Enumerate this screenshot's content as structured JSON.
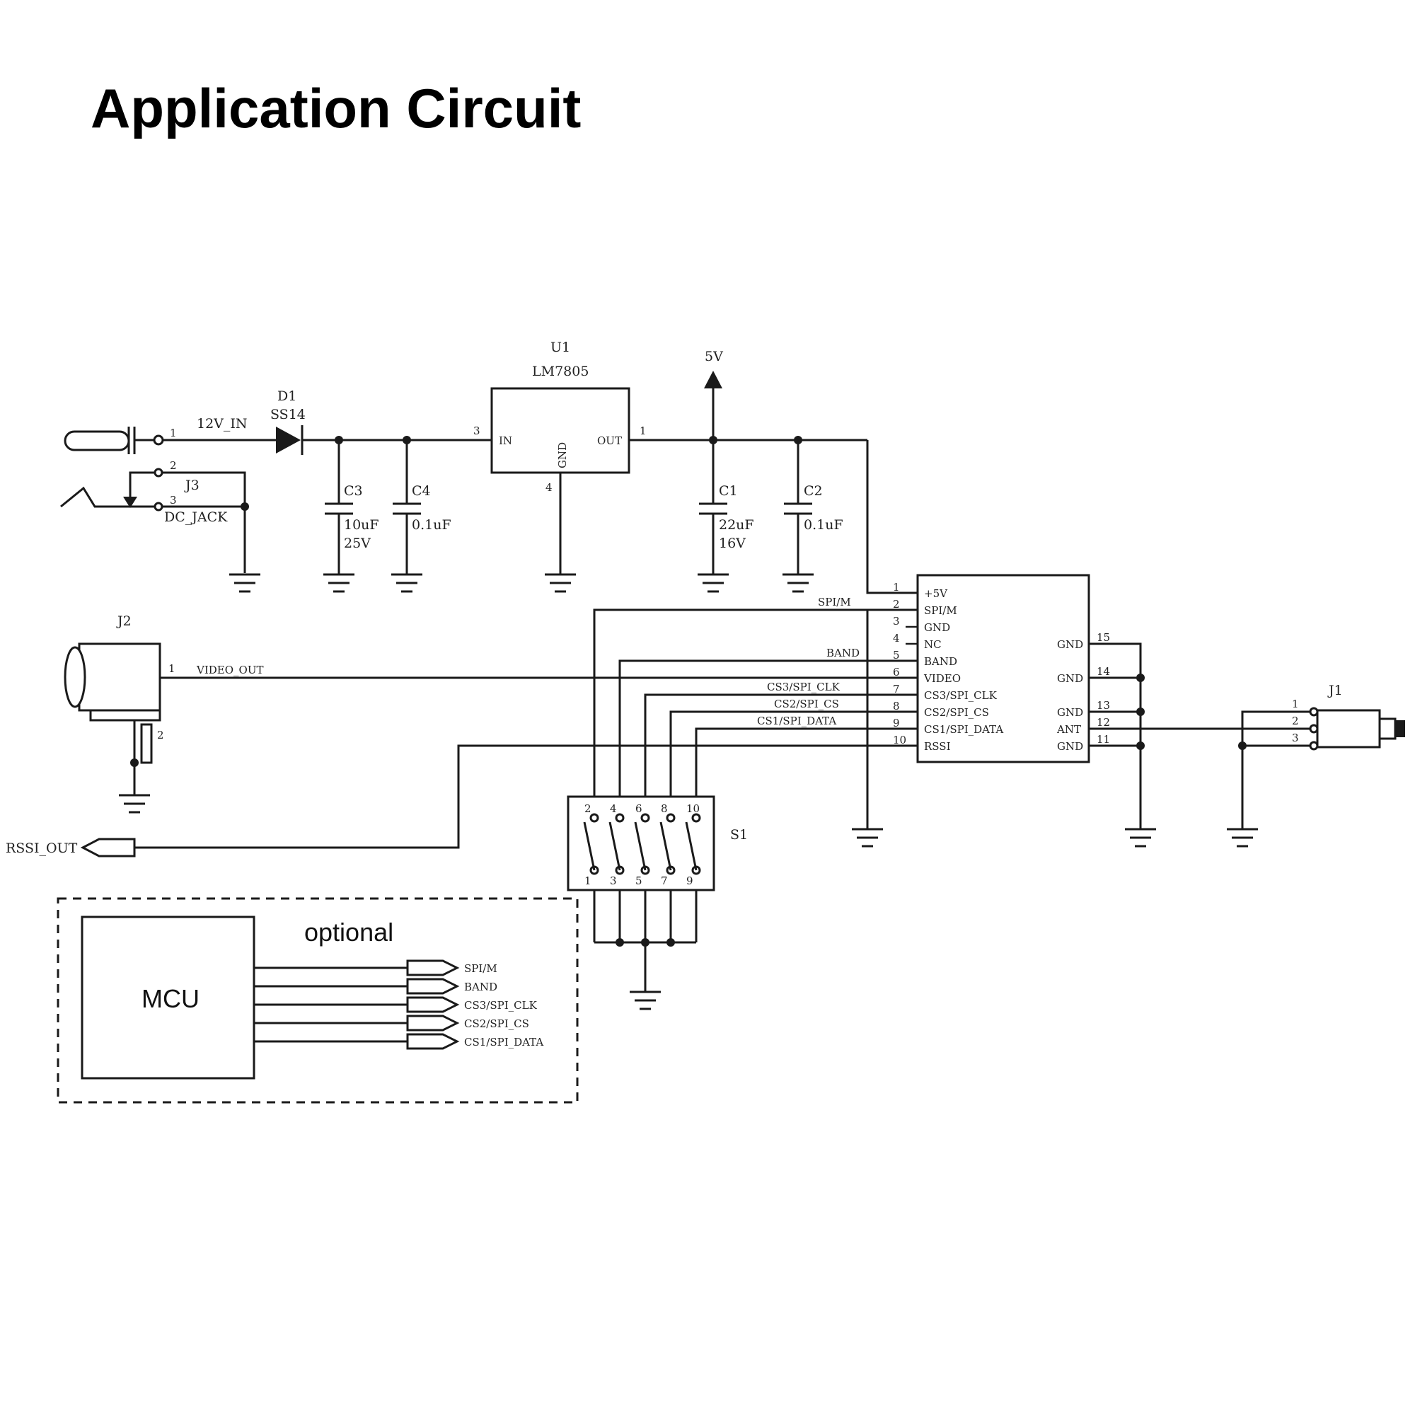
{
  "title": "Application Circuit",
  "power": {
    "u1_ref": "U1",
    "u1_part": "LM7805",
    "u1_in": "IN",
    "u1_out": "OUT",
    "u1_gnd": "GND",
    "u1_pin_in": "3",
    "u1_pin_out": "1",
    "u1_pin_gnd": "4",
    "d1_ref": "D1",
    "d1_part": "SS14",
    "net_12v": "12V_IN",
    "rail_5v": "5V",
    "j3_ref": "J3",
    "j3_name": "DC_JACK",
    "j3_pin1": "1",
    "j3_pin2": "2",
    "j3_pin3": "3",
    "c3_ref": "C3",
    "c3_value": "10uF",
    "c3_voltage": "25V",
    "c4_ref": "C4",
    "c4_value": "0.1uF",
    "c1_ref": "C1",
    "c1_value": "22uF",
    "c1_voltage": "16V",
    "c2_ref": "C2",
    "c2_value": "0.1uF"
  },
  "module": {
    "left_pins": [
      {
        "num": "1",
        "name": "+5V"
      },
      {
        "num": "2",
        "name": "SPI/M"
      },
      {
        "num": "3",
        "name": "GND"
      },
      {
        "num": "4",
        "name": "NC"
      },
      {
        "num": "5",
        "name": "BAND"
      },
      {
        "num": "6",
        "name": "VIDEO"
      },
      {
        "num": "7",
        "name": "CS3/SPI_CLK"
      },
      {
        "num": "8",
        "name": "CS2/SPI_CS"
      },
      {
        "num": "9",
        "name": "CS1/SPI_DATA"
      },
      {
        "num": "10",
        "name": "RSSI"
      }
    ],
    "right_pins": [
      {
        "num": "15",
        "name": "GND"
      },
      {
        "num": "14",
        "name": "GND"
      },
      {
        "num": "13",
        "name": "GND"
      },
      {
        "num": "12",
        "name": "ANT"
      },
      {
        "num": "11",
        "name": "GND"
      }
    ],
    "net_labels": [
      "SPI/M",
      "BAND",
      "CS3/SPI_CLK",
      "CS2/SPI_CS",
      "CS1/SPI_DATA"
    ]
  },
  "video": {
    "j2_ref": "J2",
    "j2_pin1": "1",
    "j2_pin2": "2",
    "net": "VIDEO_OUT"
  },
  "rssi": {
    "net": "RSSI_OUT"
  },
  "antenna": {
    "j1_ref": "J1",
    "pins": [
      "1",
      "2",
      "3"
    ]
  },
  "switch": {
    "ref": "S1",
    "top_pins": [
      "2",
      "4",
      "6",
      "8",
      "10"
    ],
    "bottom_pins": [
      "1",
      "3",
      "5",
      "7",
      "9"
    ]
  },
  "optional_block": {
    "label": "optional",
    "mcu": "MCU",
    "signals": [
      "SPI/M",
      "BAND",
      "CS3/SPI_CLK",
      "CS2/SPI_CS",
      "CS1/SPI_DATA"
    ]
  }
}
